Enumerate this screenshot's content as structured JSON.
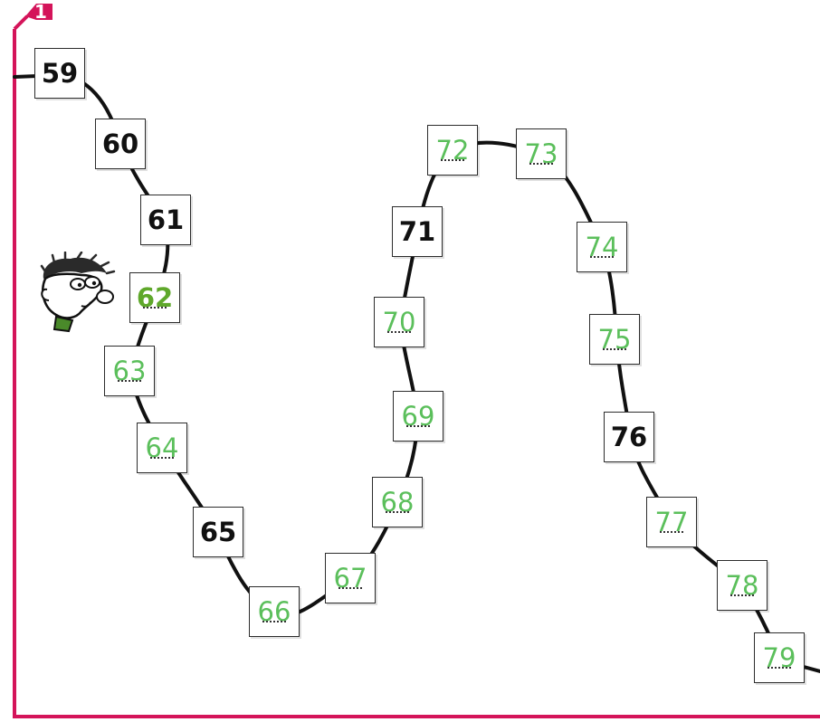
{
  "exercise_number": "1",
  "colors": {
    "accent": "#d4145a",
    "trace": "#5bbf5b",
    "filled": "#5fa82b",
    "path": "#111111"
  },
  "mascot": "boy-face-icon",
  "boxes": [
    {
      "label": "59",
      "style": "given"
    },
    {
      "label": "60",
      "style": "given"
    },
    {
      "label": "61",
      "style": "given"
    },
    {
      "label": "62",
      "style": "filled"
    },
    {
      "label": "63",
      "style": "trace"
    },
    {
      "label": "64",
      "style": "trace"
    },
    {
      "label": "65",
      "style": "given"
    },
    {
      "label": "66",
      "style": "trace"
    },
    {
      "label": "67",
      "style": "trace"
    },
    {
      "label": "68",
      "style": "trace"
    },
    {
      "label": "69",
      "style": "trace"
    },
    {
      "label": "70",
      "style": "trace"
    },
    {
      "label": "71",
      "style": "given"
    },
    {
      "label": "72",
      "style": "trace"
    },
    {
      "label": "73",
      "style": "trace"
    },
    {
      "label": "74",
      "style": "trace"
    },
    {
      "label": "75",
      "style": "trace"
    },
    {
      "label": "76",
      "style": "given"
    },
    {
      "label": "77",
      "style": "trace"
    },
    {
      "label": "78",
      "style": "trace"
    },
    {
      "label": "79",
      "style": "trace"
    }
  ]
}
